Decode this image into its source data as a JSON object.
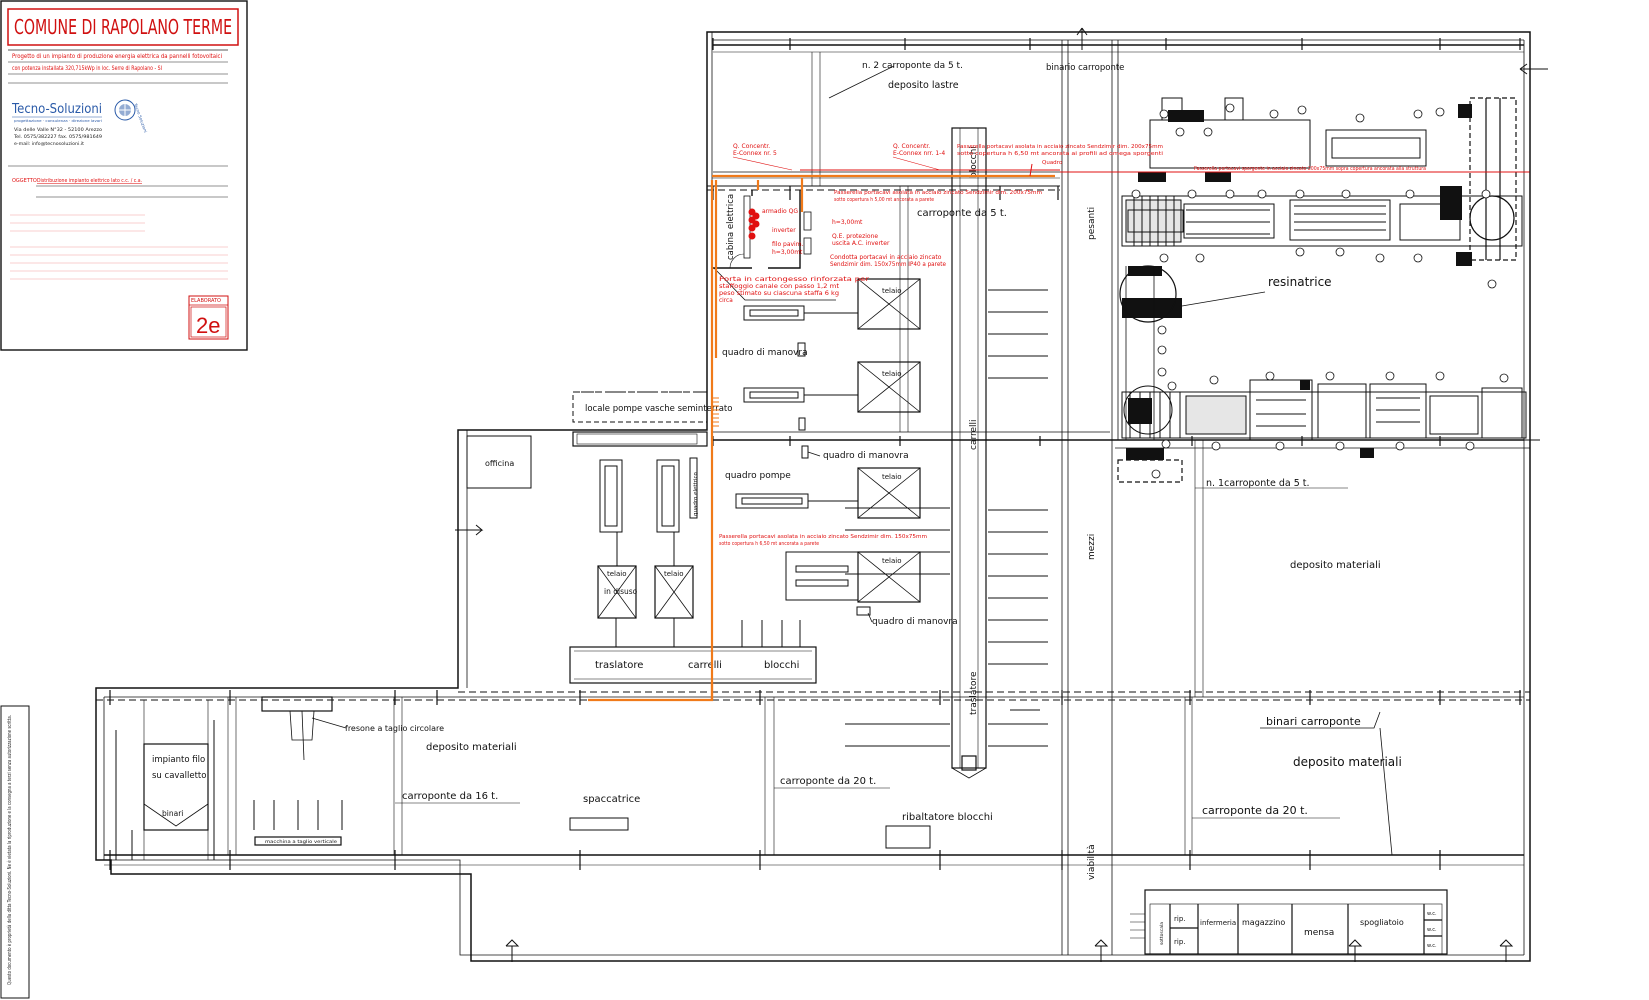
{
  "title_block": {
    "comune": "COMUNE DI  RAPOLANO TERME",
    "project_line1": "Progetto di un impianto di produzione energia elettrica da pannelli fotovoltaici",
    "project_line2": "con potenza installata 320,715kWp in  loc. Serre di Rapolano - SI",
    "company": "Tecno-Soluzioni",
    "company_tagline": "progettazione · consulenza · direzione lavori",
    "address": "Via delle Valle N°32 - 52100 Arezzo",
    "phone": "Tel. 0575/382227  fax. 0575/981649",
    "email": "e-mail: info@tecnosoluzioni.it",
    "oggetto_label": "OGGETTO",
    "oggetto_value": "Distribuzione impianto elettrico lato c.c. / c.a.",
    "elaborato_label": "ELABORATO",
    "elaborato_value": "2e"
  },
  "side_note": "Questo documento è proprietà della ditta Tecno-Soluzioni. Ne è vietata la riproduzione e la consegna a terzi senza autorizzazione scritta.",
  "labels": {
    "carroponte_5_top": "n. 2 carroponte da 5 t.",
    "deposito_lastre": "deposito lastre",
    "binario_carroponte": "binario carroponte",
    "carroponte_5_mid": "carroponte da 5 t.",
    "blocchi_vertical": "blocchi",
    "pesanti": "pesanti",
    "resinatrice": "resinatrice",
    "cabina_elettrica": "cabina elettrica",
    "armadio_qg": "armadio QG",
    "inverter": "inverter",
    "filo_pavim": "filo pavim.",
    "h_a": "h=3,00mt",
    "h_b": "h=3,00mt",
    "telaio": "telaio",
    "quadro_manovra_1": "quadro di manovra",
    "quadro_manovra_2": "quadro di manovra",
    "quadro_manovra_3": "quadro di manovra",
    "locale_pompe": "locale pompe vasche seminterrato",
    "officina": "officina",
    "quadro_pompe": "quadro pompe",
    "quadro_elettrico": "quadro elettrico",
    "carrelli_vertical": "carrelli",
    "carroponte_5_right": "n. 1carroponte da 5 t.",
    "deposito_materiali_right": "deposito  materiali",
    "mezzi": "mezzi",
    "telaio_in_disuso": "in disuso",
    "traslatore": "traslatore",
    "carrelli": "carrelli",
    "blocchi": "blocchi",
    "traslatore_vertical": "traslatore",
    "fresone": "fresone a taglio circolare",
    "deposito_materiali_left": "deposito     materiali",
    "impianto_filo_1": "impianto filo",
    "impianto_filo_2": "su cavalletto",
    "binari": "binari",
    "carroponte_16": "carroponte da 16 t.",
    "spaccatrice": "spaccatrice",
    "carroponte_20_mid": "carroponte da 20 t.",
    "ribaltatore": "ribaltatore blocchi",
    "binari_carroponte": "binari  carroponte",
    "deposito_materiali_br": "deposito       materiali",
    "carroponte_20_right": "carroponte da 20 t.",
    "viabilita": "viabilità",
    "rip1": "rip.",
    "rip2": "rip.",
    "infermeria": "infermeria",
    "magazzino": "magazzino",
    "mensa": "mensa",
    "spogliatoio": "spogliatoio",
    "wc": "w.c.",
    "sottoscala": "sottoscala",
    "macchina_taglio": "macchina a taglio verticale"
  },
  "red_notes": {
    "q_concentr_1a": "Q. Concentr.",
    "q_concentr_1b": "E-Connex nr. 5",
    "q_concentr_2a": "Q. Concentr.",
    "q_concentr_2b": "E-Connex nrr. 1-4",
    "passerella_top_1": "Passerella portacavi asolata in acciaio zincato Sendzimir dim. 200x75mm",
    "passerella_top_2": "sotto copertura h 6,50 mt ancorata ai profili ad omega sporgenti",
    "cavi_note": "Passerella portacavi sporgente in acciaio zincato 200x75mm sopra copertura ancorata alla struttura",
    "quadro_label": "Quadro",
    "passerella_cab_1": "Passerella portacavi asolata in acciaio zincato Sendzimir dim. 200x75mm",
    "passerella_cab_2": "sotto copertura h 5,00 mt ancorata a parete",
    "qe_protezione_1": "Q.E. protezione",
    "qe_protezione_2": "uscita A.C. inverter",
    "condotta_1": "Condotta portacavi in acciaio zincato",
    "condotta_2": "Sendzimir dim. 150x75mm IP40 a parete",
    "porta_1": "Porta in cartongesso rinforzata per",
    "porta_2": "staffoggio canale con passo 1,2 mt",
    "porta_3": "peso stimato su ciascuna staffa 6 kg",
    "porta_4": "circa",
    "passerella_bot_1": "Passerella portacavi asolata in acciaio zincato Sendzimir dim. 150x75mm",
    "passerella_bot_2": "sotto copertura h 6,50 mt ancorata a parete"
  },
  "colors": {
    "line": "#111111",
    "red_text": "#e01010",
    "cable": "#f07a1a"
  }
}
